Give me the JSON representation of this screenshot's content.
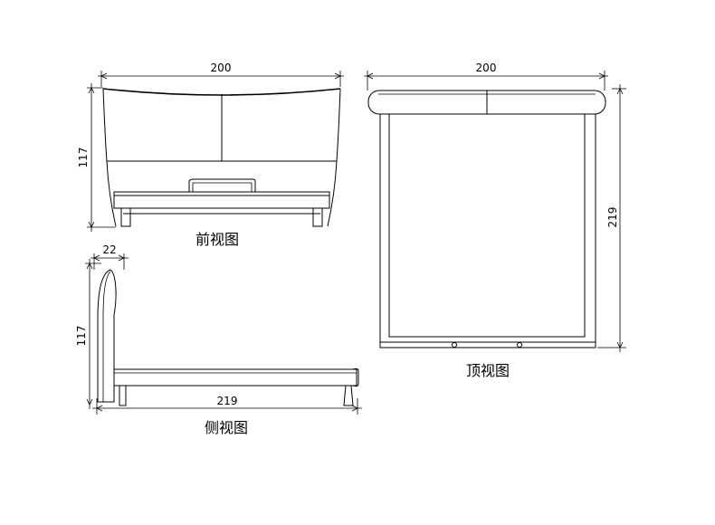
{
  "views": {
    "front": {
      "caption": "前视图",
      "width_label": "200",
      "height_label": "117"
    },
    "top": {
      "caption": "顶视图",
      "width_label": "200",
      "depth_label": "219"
    },
    "side": {
      "caption": "侧视图",
      "thickness_label": "22",
      "height_label": "117",
      "length_label": "219"
    }
  }
}
